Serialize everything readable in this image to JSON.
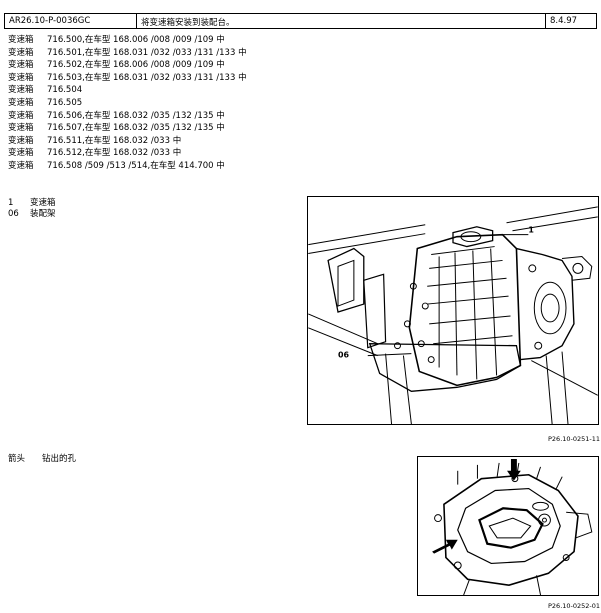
{
  "header": {
    "code": "AR26.10-P-0036GC",
    "title": "将变速箱安装到装配台。",
    "date": "8.4.97"
  },
  "applicability": [
    {
      "label": "变速箱",
      "text": "716.500,在车型 168.006 /008 /009 /109 中"
    },
    {
      "label": "变速箱",
      "text": "716.501,在车型 168.031 /032 /033 /131 /133 中"
    },
    {
      "label": "变速箱",
      "text": "716.502,在车型 168.006 /008 /009 /109 中"
    },
    {
      "label": "变速箱",
      "text": "716.503,在车型 168.031 /032 /033 /131 /133 中"
    },
    {
      "label": "变速箱",
      "text": "716.504"
    },
    {
      "label": "变速箱",
      "text": "716.505"
    },
    {
      "label": "变速箱",
      "text": "716.506,在车型 168.032 /035 /132 /135 中"
    },
    {
      "label": "变速箱",
      "text": "716.507,在车型 168.032 /035 /132 /135 中"
    },
    {
      "label": "变速箱",
      "text": "716.511,在车型 168.032 /033 中"
    },
    {
      "label": "变速箱",
      "text": "716.512,在车型 168.032 /033 中"
    },
    {
      "label": "变速箱",
      "text": "716.508 /509 /513 /514,在车型 414.700 中"
    }
  ],
  "legend": [
    {
      "num": "1",
      "text": "变速箱"
    },
    {
      "num": "06",
      "text": "装配架"
    }
  ],
  "note": {
    "label": "箭头",
    "text": "钻出的孔"
  },
  "figure1": {
    "callout_1": "1",
    "callout_06": "06",
    "caption": "P26.10-0251-11"
  },
  "figure2": {
    "caption": "P26.10-0252-01"
  }
}
